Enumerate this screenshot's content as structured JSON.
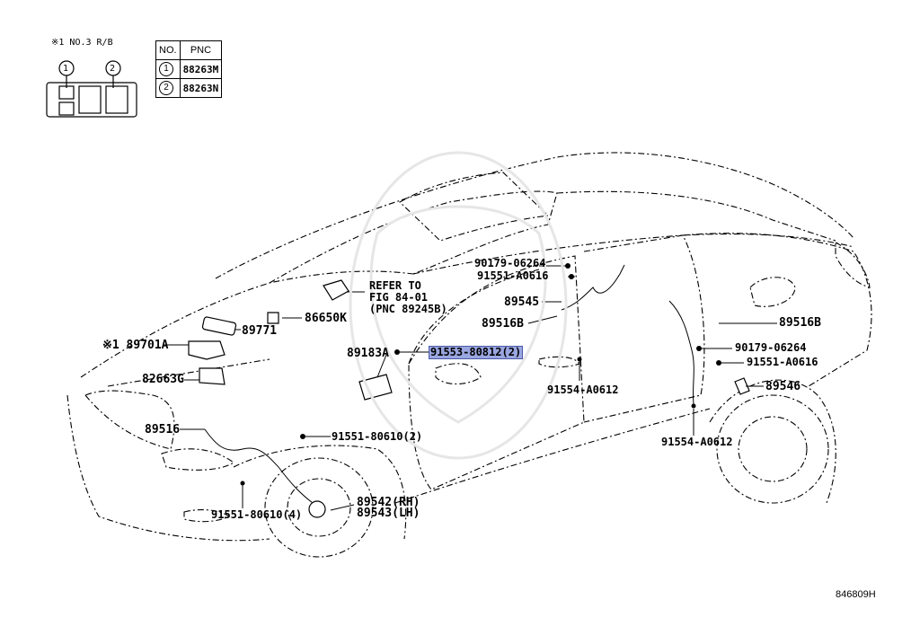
{
  "legend": {
    "note": "※1 NO.3 R/B",
    "circle1": "1",
    "circle2": "2"
  },
  "pnc_table": {
    "headers": [
      "NO.",
      "PNC"
    ],
    "rows": [
      {
        "no": "1",
        "pnc": "88263M"
      },
      {
        "no": "2",
        "pnc": "88263N"
      }
    ]
  },
  "labels": {
    "p90179_a": "90179-06264",
    "p91551_a": "91551-A0616",
    "p89545": "89545",
    "p89516b_a": "89516B",
    "p89516b_b": "89516B",
    "p90179_b": "90179-06264",
    "p91551_b": "91551-A0616",
    "p89546": "89546",
    "p91554_a": "91554-A0612",
    "p91554_b": "91554-A0612",
    "refer1": "REFER TO",
    "refer2": "FIG 84-01",
    "refer3": "(PNC 89245B)",
    "p86650k": "86650K",
    "p89771": "89771",
    "p89701a": "※1 89701A",
    "p82663g": "82663G",
    "p89183a": "89183A",
    "p91553": "91553-80812(2)",
    "p89516": "89516",
    "p91551_80610_2": "91551-80610(2)",
    "p89542": "89542(RH)",
    "p89543": "89543(LH)",
    "p91551_80610_4": "91551-80610(4)"
  },
  "figure_code": "846809H"
}
